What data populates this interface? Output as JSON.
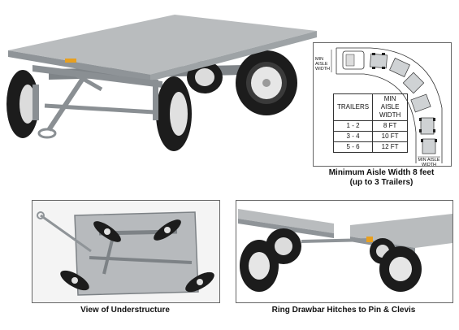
{
  "diagram": {
    "label_min_aisle_top": "MIN AISLE WIDTH",
    "label_min_aisle_bottom": "MIN AISLE WIDTH",
    "table": {
      "headers": [
        "TRAILERS",
        "MIN AISLE WIDTH"
      ],
      "rows": [
        [
          "1 - 2",
          "8 FT"
        ],
        [
          "3 - 4",
          "10 FT"
        ],
        [
          "5 - 6",
          "12 FT"
        ]
      ]
    },
    "caption_line1": "Minimum Aisle Width 8 feet",
    "caption_line2": "(up to 3 Trailers)"
  },
  "photos": {
    "understructure_caption": "View of Understructure",
    "hitch_caption": "Ring Drawbar Hitches to Pin & Clevis"
  },
  "colors": {
    "deck": "#b9bcbe",
    "frame": "#8f9498",
    "tire": "#1c1c1c",
    "hub": "#e6e6e6",
    "border": "#666666"
  }
}
